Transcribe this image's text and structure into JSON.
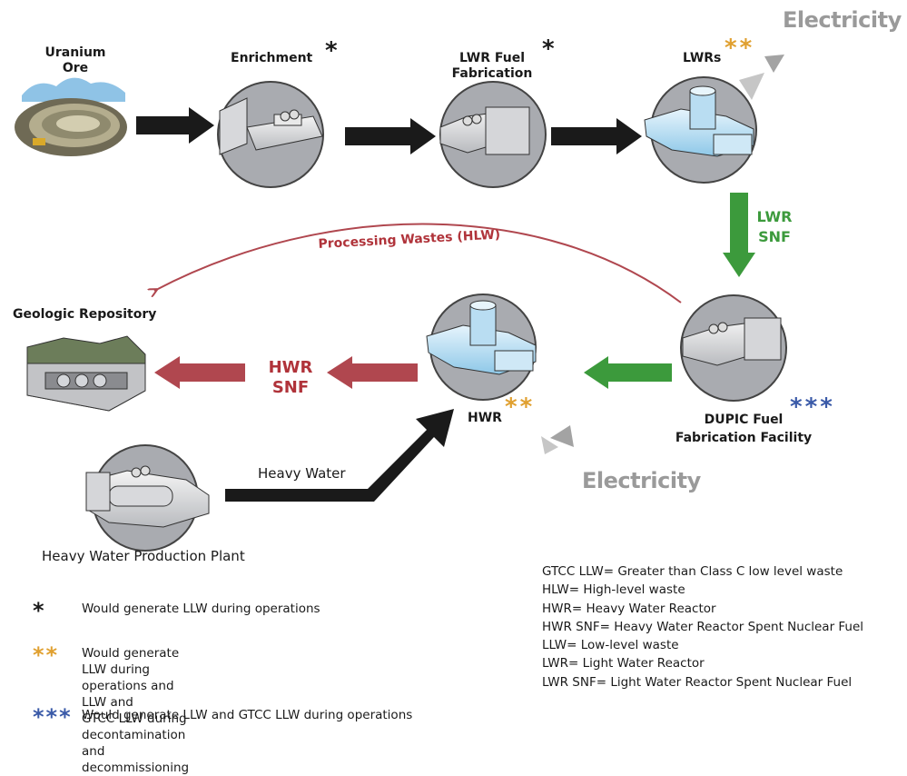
{
  "nodes": {
    "uranium_ore": "Uranium\nOre",
    "enrichment": "Enrichment",
    "lwr_fuel": "LWR Fuel\nFabrication",
    "lwrs": "LWRs",
    "geologic_repository": "Geologic Repository",
    "hwr": "HWR",
    "dupic": "DUPIC Fuel\nFabrication Facility",
    "heavy_water_plant": "Heavy Water Production Plant"
  },
  "flows": {
    "electricity_top": "Electricity",
    "electricity_bottom": "Electricity",
    "lwr_snf": "LWR\nSNF",
    "hwr_snf": "HWR\nSNF",
    "processing_wastes": "Processing Wastes (HLW)",
    "heavy_water": "Heavy Water"
  },
  "markers": {
    "single": "*",
    "double": "**",
    "triple": "***"
  },
  "legend": [
    {
      "stars": "*",
      "color": "#1a1a1a",
      "text": "Would generate LLW during operations"
    },
    {
      "stars": "**",
      "color": "#e0a030",
      "text": "Would generate LLW during operations and LLW and\nGTCC LLW during decontamination and decommissioning"
    },
    {
      "stars": "***",
      "color": "#3a5aa8",
      "text": "Would generate LLW and GTCC LLW during operations"
    }
  ],
  "abbreviations": [
    "GTCC LLW= Greater than Class C low level waste",
    "HLW= High-level waste",
    "HWR= Heavy Water Reactor",
    "HWR SNF= Heavy Water Reactor Spent Nuclear Fuel",
    "LLW= Low-level waste",
    "LWR= Light Water Reactor",
    "LWR SNF= Light Water Reactor Spent Nuclear Fuel"
  ],
  "colors": {
    "black_arrow": "#1a1a1a",
    "red_arrow": "#b0474f",
    "green_arrow": "#3c9a3c",
    "gray_circle": "#a9abb0",
    "electricity": "#9a9a9a"
  }
}
